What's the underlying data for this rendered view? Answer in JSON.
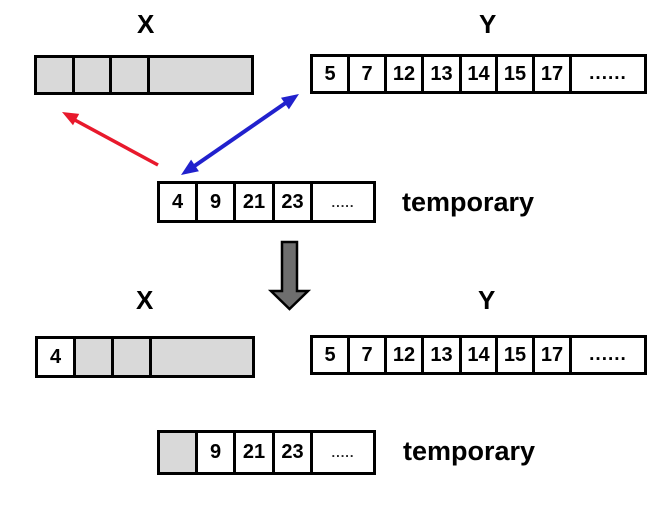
{
  "colors": {
    "red_arrow": "#e8192c",
    "blue_arrow": "#2121cd",
    "down_arrow_fill": "#6e6e6e",
    "cell_gray": "#d9d9d9",
    "line_black": "#000000"
  },
  "top": {
    "x_label": "X",
    "y_label": "Y",
    "y_cells": [
      "5",
      "7",
      "12",
      "13",
      "14",
      "15",
      "17",
      "......"
    ],
    "temp_cells": [
      "4",
      "9",
      "21",
      "23",
      "....."
    ],
    "temp_label": "temporary"
  },
  "bottom": {
    "x_label": "X",
    "y_label": "Y",
    "x_first_cell": "4",
    "y_cells": [
      "5",
      "7",
      "12",
      "13",
      "14",
      "15",
      "17",
      "......"
    ],
    "temp_cells": [
      "9",
      "21",
      "23",
      "....."
    ],
    "temp_label": "temporary"
  }
}
